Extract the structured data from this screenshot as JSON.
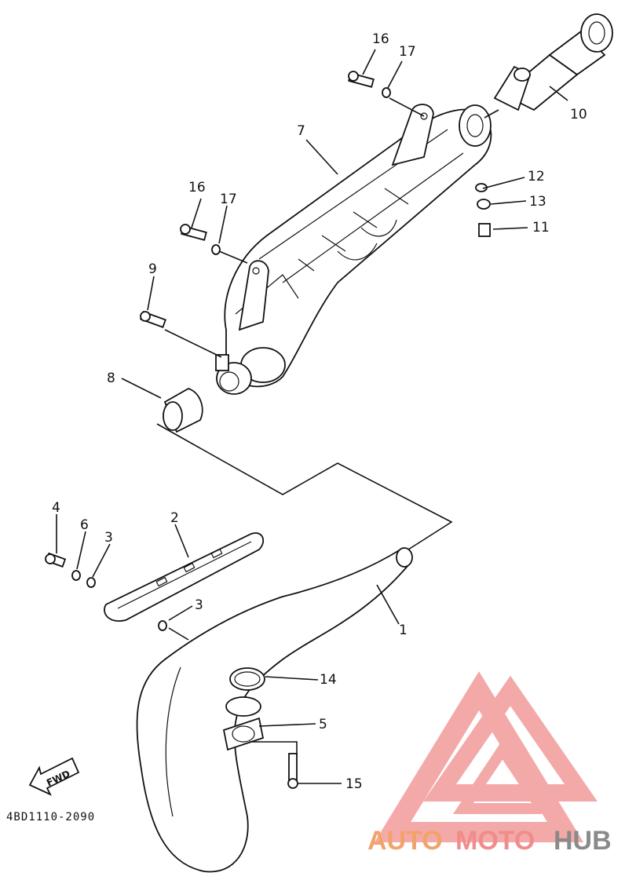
{
  "diagram_code": "4BD1110-2090",
  "direction_label": "FWD",
  "callouts": {
    "c1": "1",
    "c2": "2",
    "c3a": "3",
    "c3b": "3",
    "c4": "4",
    "c5": "5",
    "c6": "6",
    "c7": "7",
    "c8": "8",
    "c9": "9",
    "c10": "10",
    "c11": "11",
    "c12": "12",
    "c13": "13",
    "c14": "14",
    "c15": "15",
    "c16a": "16",
    "c16b": "16",
    "c17a": "17",
    "c17b": "17"
  },
  "watermark": {
    "part1": "AUTO",
    "part2": "MOTO",
    "part3": "HUB",
    "color1": "#f2a36b",
    "color2": "#f08c8c",
    "color3": "#8a8a8a",
    "logo_color": "#f39b9b"
  }
}
